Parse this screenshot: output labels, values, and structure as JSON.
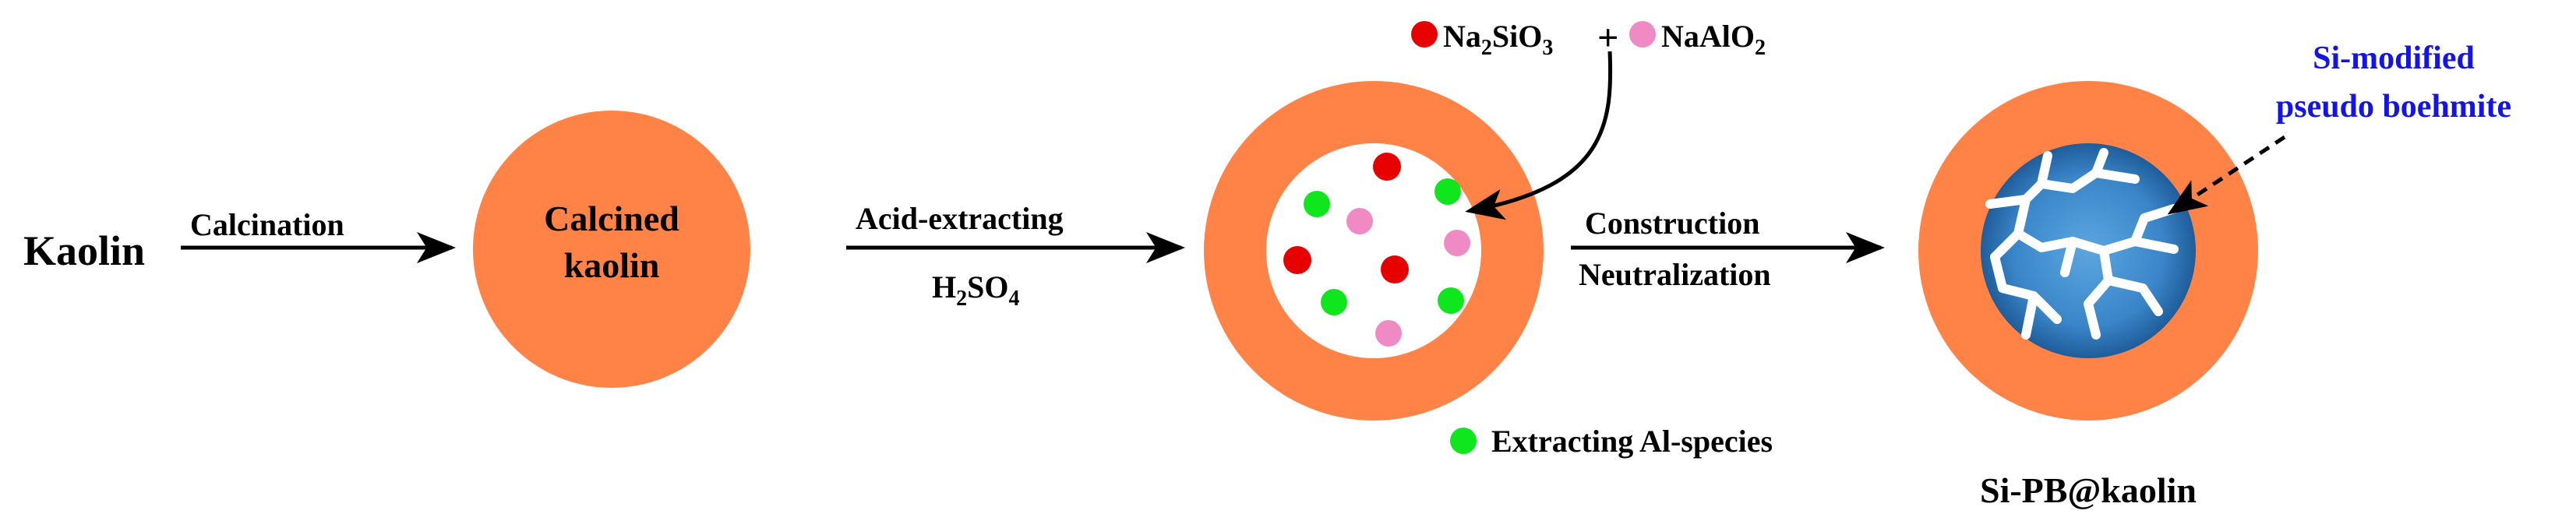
{
  "steps": {
    "start": "Kaolin",
    "calcination": "Calcination",
    "calcined_line1": "Calcined",
    "calcined_line2": "kaolin",
    "acid_extracting": "Acid-extracting",
    "acid_formula": {
      "H": "H",
      "sub2": "2",
      "SO": "SO",
      "sub4": "4"
    },
    "construction": "Construction",
    "neutralization": "Neutralization",
    "product": "Si-PB@kaolin"
  },
  "reagents": {
    "silicate": {
      "Na": "Na",
      "sub2": "2",
      "SiO": "SiO",
      "sub3": "3"
    },
    "plus": "+",
    "aluminate": {
      "NaAlO": "NaAlO",
      "sub2": "2"
    }
  },
  "legend": {
    "green_dot": "Extracting Al-species"
  },
  "callout": {
    "line1": "Si-modified",
    "line2": "pseudo boehmite"
  },
  "colors": {
    "particle_orange": "#ff8247",
    "red_dot": "#e60000",
    "pink_dot": "#ef8ac4",
    "green_dot": "#0fe61e",
    "core_blue": "#3a85c8",
    "callout_text": "#1414e6"
  },
  "icons": [
    "red-dot-icon",
    "pink-dot-icon",
    "green-dot-icon",
    "arrow-right-icon",
    "curved-arrow-icon",
    "dashed-arrow-icon"
  ]
}
